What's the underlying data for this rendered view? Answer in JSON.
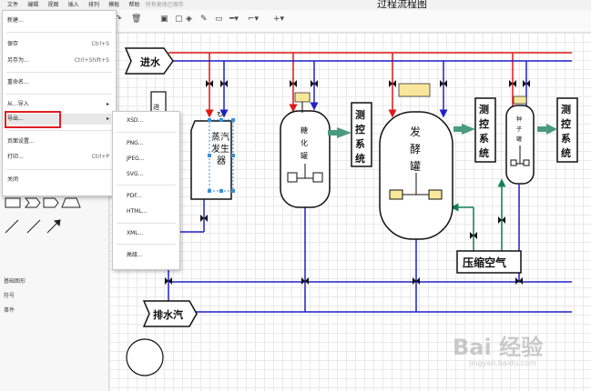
{
  "menubar": {
    "items": [
      "文件",
      "编辑",
      "视图",
      "插入",
      "排列",
      "模板",
      "帮助"
    ],
    "saved_status": "所有更改已保存"
  },
  "document_title": "过程流程图",
  "file_menu": {
    "items": [
      {
        "label": "新建...",
        "shortcut": ""
      },
      {
        "label": "保存",
        "shortcut": "Ctrl+S"
      },
      {
        "label": "另存为...",
        "shortcut": "Ctrl+Shift+S"
      },
      {
        "label": "重命名...",
        "shortcut": ""
      },
      {
        "label": "从...导入",
        "shortcut": ""
      },
      {
        "label": "导出...",
        "shortcut": ""
      },
      {
        "label": "页面设置...",
        "shortcut": ""
      },
      {
        "label": "打印...",
        "shortcut": "Ctrl+P"
      },
      {
        "label": "关闭",
        "shortcut": ""
      }
    ]
  },
  "export_submenu": {
    "items": [
      "XSD...",
      "PNG...",
      "JPEG...",
      "SVG...",
      "PDF...",
      "HTML...",
      "XML...",
      "高级..."
    ]
  },
  "libraries": [
    "基础图形",
    "符号",
    "事件"
  ],
  "diagram": {
    "labels": {
      "water_in": "进水",
      "steam_in_partial": "进",
      "steam_generator": [
        "蒸汽",
        "发生",
        "器"
      ],
      "saccharify_tank": [
        "糖",
        "化",
        "罐"
      ],
      "ferment_tank": [
        "发",
        "酵",
        "罐"
      ],
      "seed_tank": [
        "种",
        "子",
        "罐"
      ],
      "measure_control": [
        "测",
        "控",
        "系",
        "统"
      ],
      "compressed_air": "压缩空气",
      "drain_steam": "排水汽"
    },
    "colors": {
      "water": "#2020c8",
      "steam": "#e01818",
      "air": "#108050",
      "vessel_label": "#f8e79a"
    }
  },
  "watermark": {
    "brand": "Bai 经验",
    "url": "jingyan.baidu.com"
  }
}
